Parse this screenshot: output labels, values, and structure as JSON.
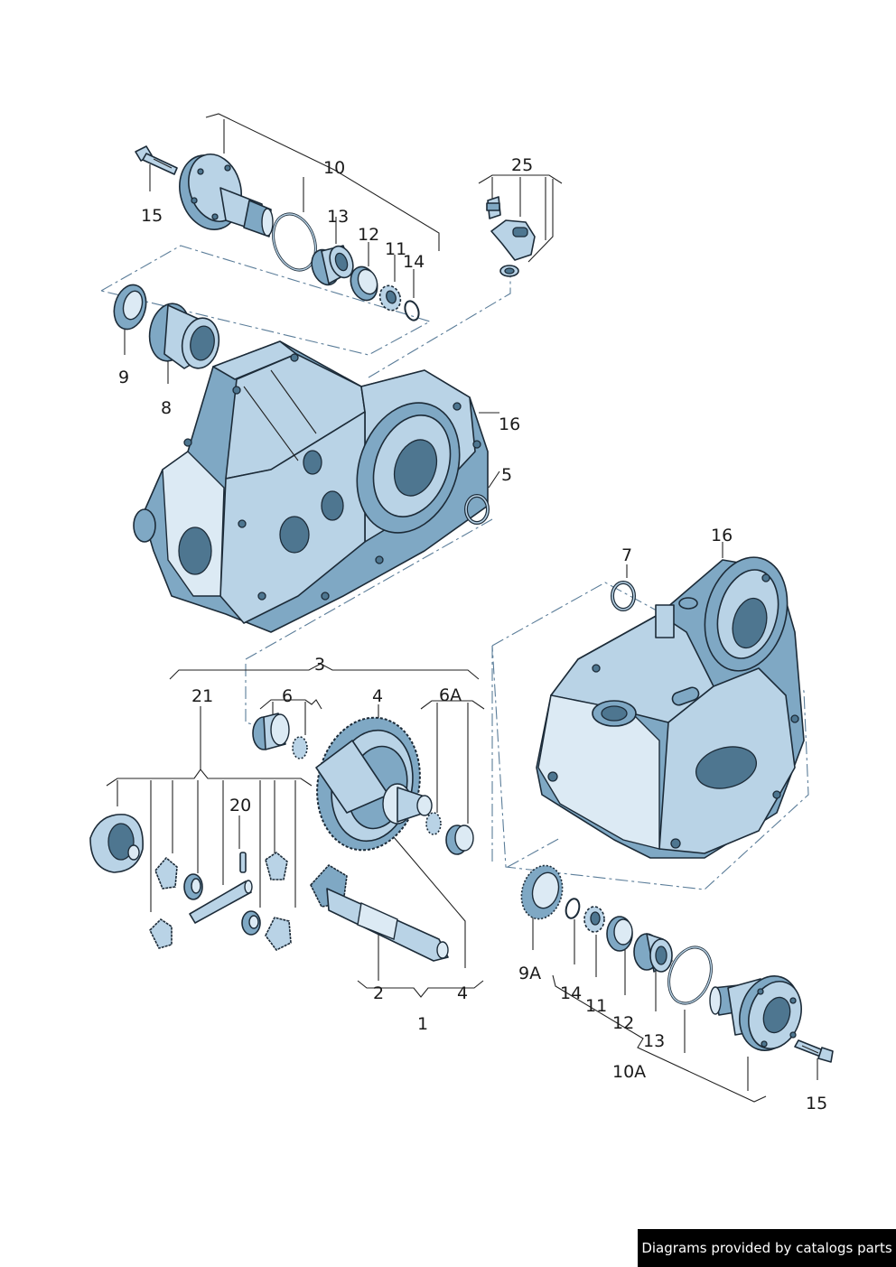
{
  "labels": {
    "p15a": "15",
    "p10": "10",
    "p13a": "13",
    "p12a": "12",
    "p11a": "11",
    "p14a": "14",
    "p25": "25",
    "p9": "9",
    "p8": "8",
    "p16a": "16",
    "p5": "5",
    "p7": "7",
    "p16b": "16",
    "p3": "3",
    "p21": "21",
    "p6": "6",
    "p4a": "4",
    "p6A": "6A",
    "p20": "20",
    "p9A": "9A",
    "p14b": "14",
    "p11b": "11",
    "p12b": "12",
    "p13b": "13",
    "p10A": "10A",
    "p15b": "15",
    "p2": "2",
    "p4b": "4",
    "p1": "1"
  },
  "footer": {
    "text": "Diagrams provided by catalogs parts"
  },
  "colors": {
    "part_fill": "#b9d3e6",
    "part_shadow": "#7fa8c4",
    "outline": "#1c2b38",
    "dash": "#5b7d99"
  }
}
